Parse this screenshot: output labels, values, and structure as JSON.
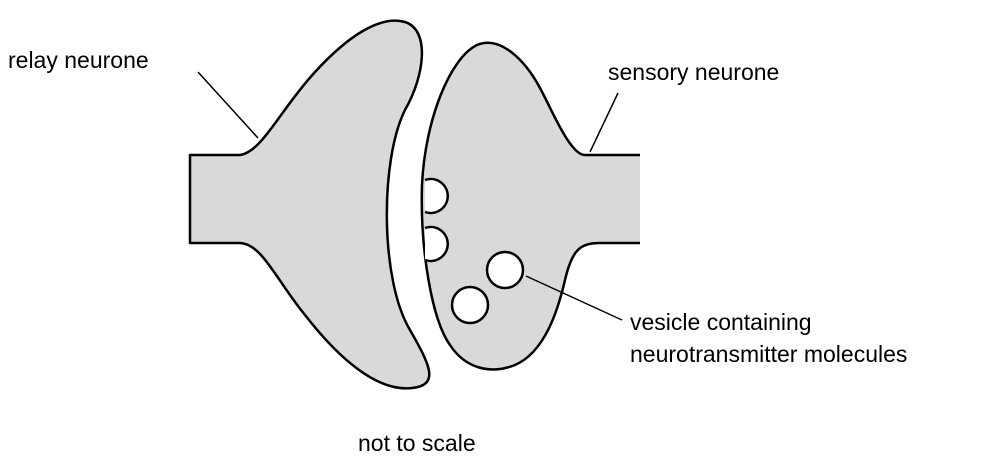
{
  "labels": {
    "relay_neurone": "relay neurone",
    "sensory_neurone": "sensory neurone",
    "vesicle_line1": "vesicle containing",
    "vesicle_line2": "neurotransmitter molecules",
    "scale_note": "not to scale"
  },
  "colors": {
    "neurone_fill": "#d9d9d9",
    "outline": "#000000",
    "vesicle_fill": "#ffffff",
    "background": "#ffffff"
  }
}
